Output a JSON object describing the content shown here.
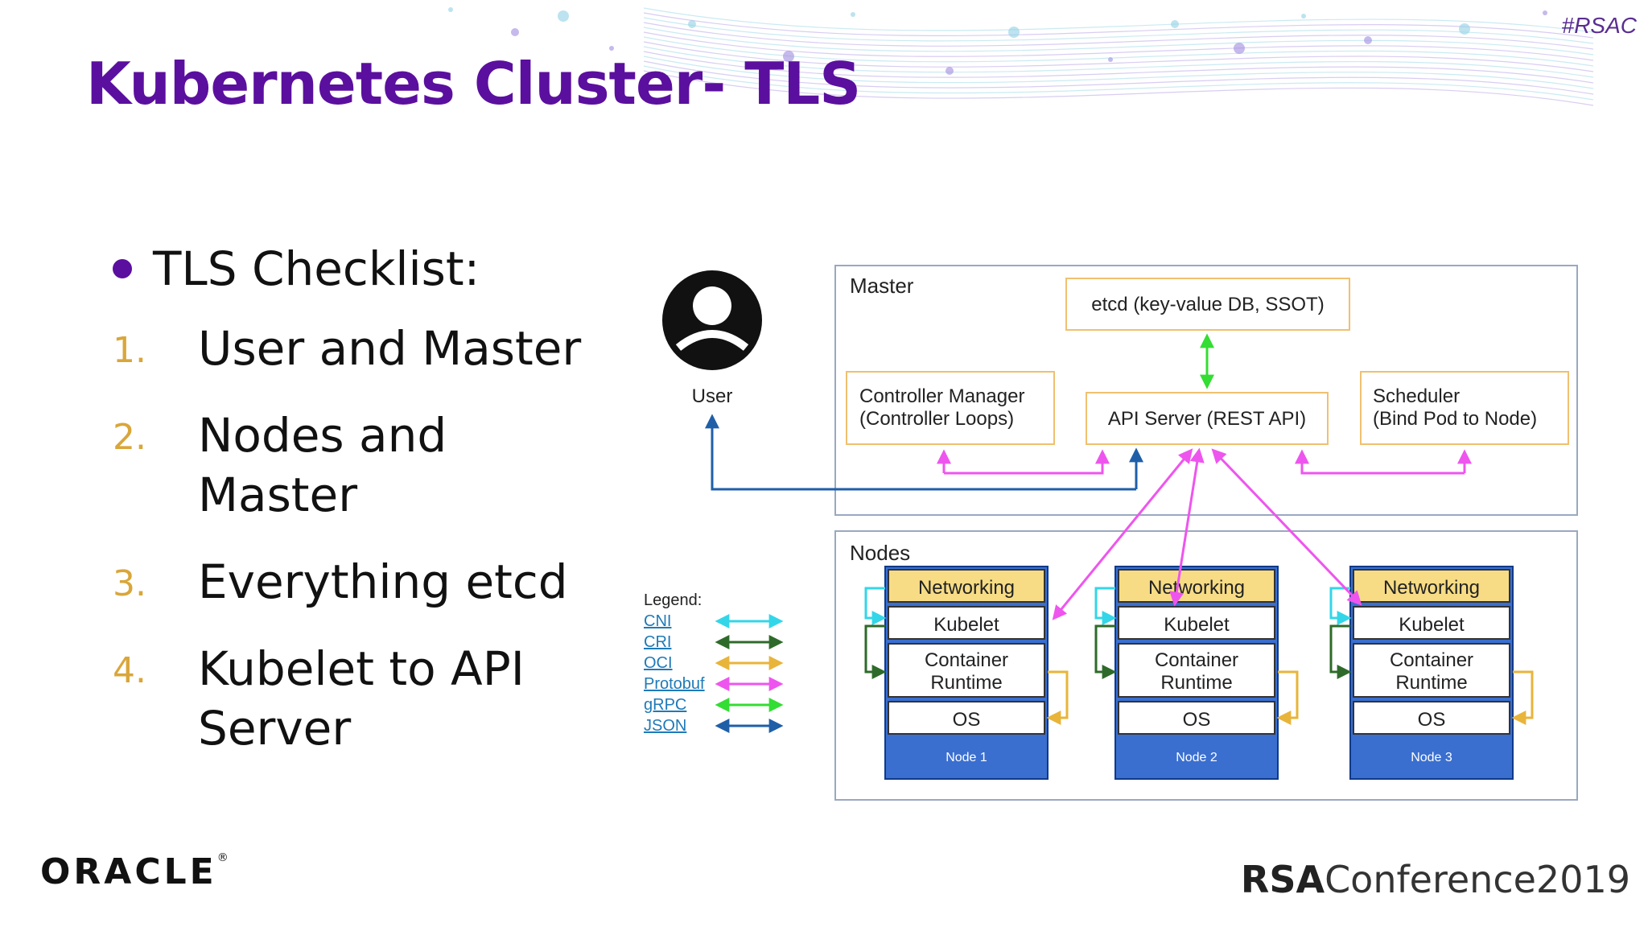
{
  "slide": {
    "hashtag": "#RSAC",
    "title": "Kubernetes Cluster- TLS",
    "checklist_heading": "TLS Checklist:",
    "items": [
      {
        "num": "1.",
        "text": "User and Master"
      },
      {
        "num": "2.",
        "text": "Nodes and Master"
      },
      {
        "num": "3.",
        "text": "Everything etcd"
      },
      {
        "num": "4.",
        "text": "Kubelet to API Server"
      }
    ],
    "brand_left": "ORACLE",
    "brand_left_mark": "®",
    "brand_right_bold": "RSA",
    "brand_right_rest": "Conference2019"
  },
  "diagram": {
    "user_label": "User",
    "master_label": "Master",
    "nodes_label": "Nodes",
    "etcd": "etcd (key-value DB, SSOT)",
    "controller_line1": "Controller Manager",
    "controller_line2": "(Controller Loops)",
    "api_server": "API Server (REST API)",
    "scheduler_line1": "Scheduler",
    "scheduler_line2": "(Bind Pod to Node)",
    "node_parts": {
      "networking": "Networking",
      "kubelet": "Kubelet",
      "runtime_line1": "Container",
      "runtime_line2": "Runtime",
      "os": "OS"
    },
    "nodes": [
      "Node 1",
      "Node 2",
      "Node 3"
    ],
    "legend_title": "Legend:",
    "legend": [
      {
        "label": "CNI",
        "color": "#33d6e8"
      },
      {
        "label": "CRI",
        "color": "#2e6b2a"
      },
      {
        "label": "OCI",
        "color": "#e8b43a"
      },
      {
        "label": "Protobuf",
        "color": "#ee55ee"
      },
      {
        "label": "gRPC",
        "color": "#33dd33"
      },
      {
        "label": "JSON",
        "color": "#1f5fa8"
      }
    ],
    "colors": {
      "box_border": "#f0c070",
      "outer_border": "#9aa8c0",
      "node_blue": "#3a6fd0",
      "node_dark": "#0f3a8a",
      "net_fill": "#f7dc85",
      "link": "#1f7ab8"
    }
  }
}
